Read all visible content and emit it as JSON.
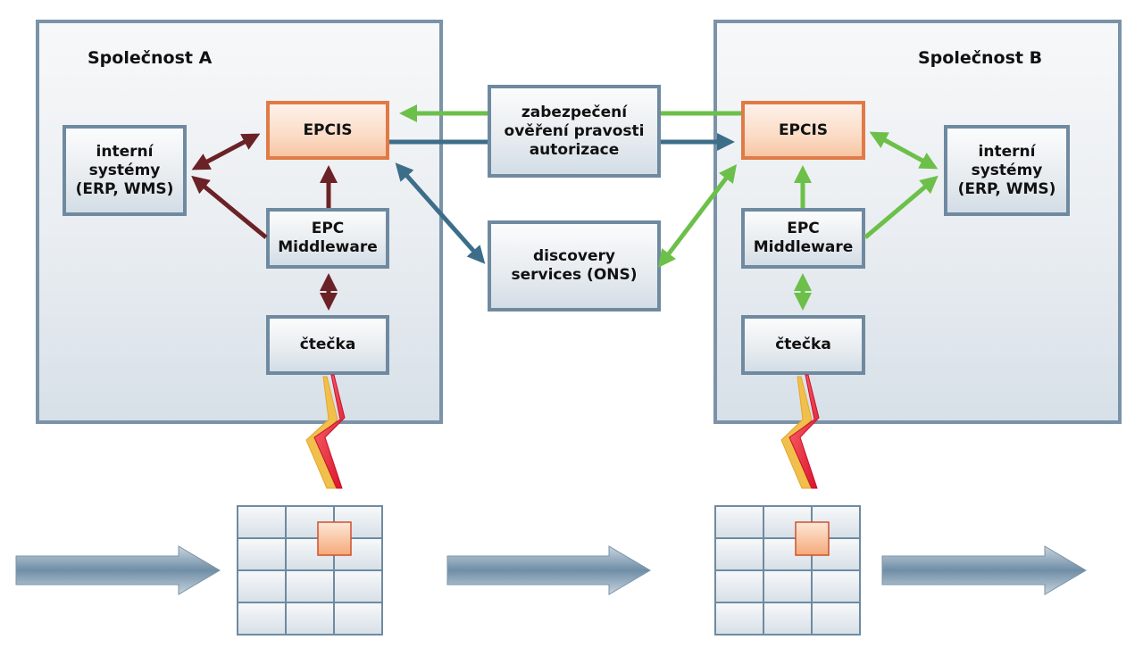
{
  "companies": [
    {
      "title": "Společnost A"
    },
    {
      "title": "Společnost B"
    }
  ],
  "boxes": {
    "a_epcis": "EPCIS",
    "a_internal": "interní\nsystémy\n(ERP, WMS)",
    "a_middleware": "EPC\nMiddleware",
    "a_reader": "čtečka",
    "b_epcis": "EPCIS",
    "b_internal": "interní\nsystémy\n(ERP, WMS)",
    "b_middleware": "EPC\nMiddleware",
    "b_reader": "čtečka",
    "security": "zabezpečení\nověření pravosti\nautorizace",
    "discovery": "discovery\nservices (ONS)"
  },
  "colors": {
    "company_a_arrows": "#6b2226",
    "company_b_arrows": "#6cc04a",
    "network_arrows": "#3c6e8a",
    "epcis_border": "#e07a46",
    "box_border": "#6f8aa0"
  },
  "icons": {
    "rfid_signal": "lightning-bolt",
    "tag_grid": "pallet-grid-with-rfid-tag",
    "flow_arrow": "block-arrow-right"
  }
}
